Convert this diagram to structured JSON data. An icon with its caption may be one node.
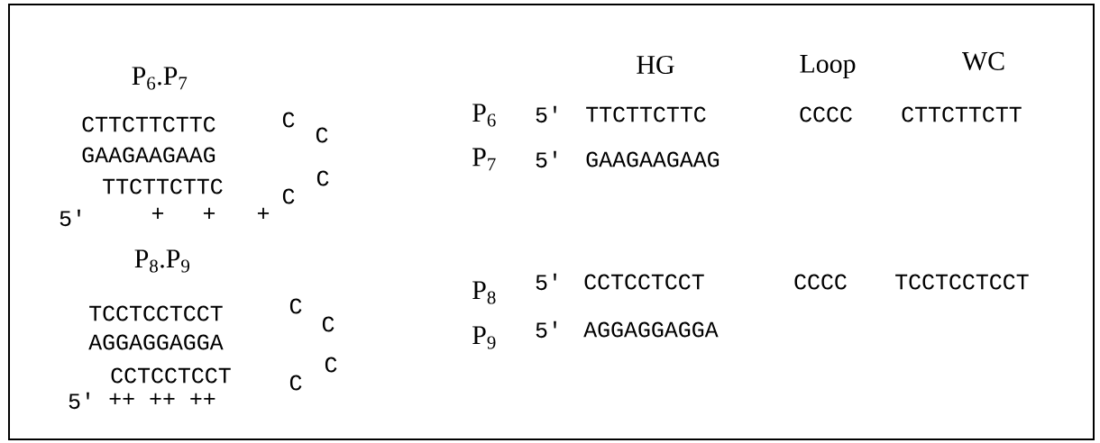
{
  "diagram": {
    "labels": [
      "P$_{6}$.P$_{7}$",
      "HG",
      "Loop",
      "WC",
      "CTTCTTCTTC",
      "C",
      "C",
      "P$_{6}$",
      "5'",
      "TTCTTCTTC",
      "CCCC",
      "CTTCTTCTT",
      "GAAGAAGAAG",
      "P$_{7}$",
      "5'",
      "GAAGAAGAAG",
      "C",
      "TTCTTCTTC",
      "C",
      "5'",
      "+",
      "+",
      "+",
      "P$_{8}$.P$_{9}$",
      "5'",
      "CCTCCTCCT",
      "CCCC",
      "TCCTCCTCCT",
      "P$_{8}$",
      "TCCTCCTCCT",
      "C",
      "C",
      "5'",
      "AGGAGGAGGA",
      "P$_{9}$",
      "AGGAGGAGGA",
      "C",
      "CCTCCTCCT",
      "C",
      "5'",
      "++ ++ ++"
    ]
  }
}
